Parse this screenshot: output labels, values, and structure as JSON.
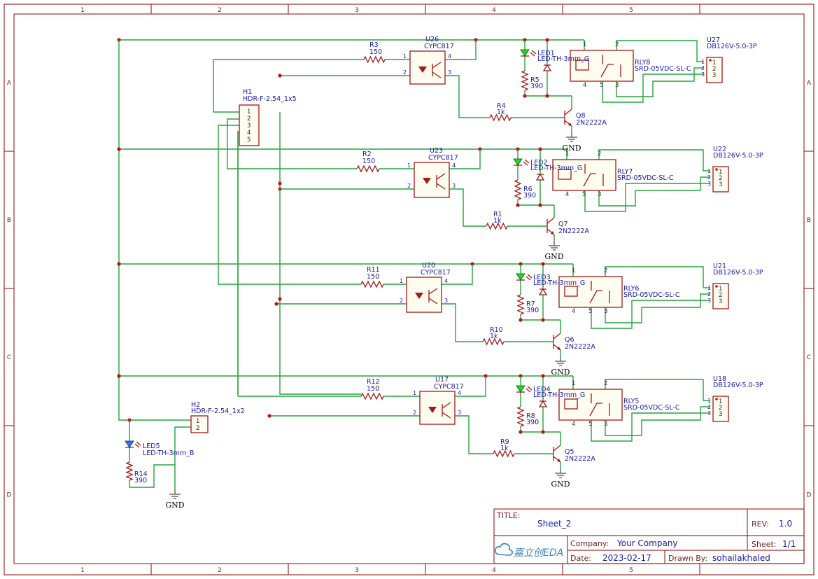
{
  "sheet": {
    "zones_cols": [
      "1",
      "2",
      "3",
      "4",
      "5"
    ],
    "zones_rows": [
      "A",
      "B",
      "C",
      "D"
    ]
  },
  "title_block": {
    "title_label": "TITLE:",
    "title": "Sheet_2",
    "rev_label": "REV:",
    "rev": "1.0",
    "company_label": "Company:",
    "company": "Your Company",
    "sheet_label": "Sheet:",
    "sheet": "1/1",
    "date_label": "Date:",
    "date": "2023-02-17",
    "drawn_label": "Drawn By:",
    "drawn": "sohailakhaled",
    "logo_text": "嘉立创EDA"
  },
  "header": {
    "h1_ref": "H1",
    "h1_val": "HDR-F-2.54_1x5",
    "h1_pins": [
      "1",
      "2",
      "3",
      "4",
      "5"
    ],
    "h2_ref": "H2",
    "h2_val": "HDR-F-2.54_1x2",
    "h2_pins": [
      "1",
      "2"
    ]
  },
  "power_led": {
    "ref": "LED5",
    "val": "LED-TH-3mm_B",
    "r_ref": "R14",
    "r_val": "390"
  },
  "gnd_label": "GND",
  "channels": [
    {
      "r_in": "R3",
      "r_in_val": "150",
      "opto": "U26",
      "opto_val": "CYPC817",
      "led": "LED1",
      "led_val": "LED-TH-3mm_G",
      "r_led": "R5",
      "r_led_val": "390",
      "r_base": "R4",
      "r_base_val": "1k",
      "q": "Q8",
      "q_val": "2N2222A",
      "relay": "RLY8",
      "relay_val": "SRD-05VDC-SL-C",
      "term": "U27",
      "term_val": "DB126V-5.0-3P"
    },
    {
      "r_in": "R2",
      "r_in_val": "150",
      "opto": "U23",
      "opto_val": "CYPC817",
      "led": "LED2",
      "led_val": "LED-TH-3mm_G",
      "r_led": "R6",
      "r_led_val": "390",
      "r_base": "R1",
      "r_base_val": "1k",
      "q": "Q7",
      "q_val": "2N2222A",
      "relay": "RLY7",
      "relay_val": "SRD-05VDC-SL-C",
      "term": "U22",
      "term_val": "DB126V-5.0-3P"
    },
    {
      "r_in": "R11",
      "r_in_val": "150",
      "opto": "U20",
      "opto_val": "CYPC817",
      "led": "LED3",
      "led_val": "LED-TH-3mm_G",
      "r_led": "R7",
      "r_led_val": "390",
      "r_base": "R10",
      "r_base_val": "1k",
      "q": "Q6",
      "q_val": "2N2222A",
      "relay": "RLY6",
      "relay_val": "SRD-05VDC-SL-C",
      "term": "U21",
      "term_val": "DB126V-5.0-3P"
    },
    {
      "r_in": "R12",
      "r_in_val": "150",
      "opto": "U17",
      "opto_val": "CYPC817",
      "led": "LED4",
      "led_val": "LED-TH-3mm_G",
      "r_led": "R8",
      "r_led_val": "390",
      "r_base": "R9",
      "r_base_val": "1k",
      "q": "Q5",
      "q_val": "2N2222A",
      "relay": "RLY5",
      "relay_val": "SRD-05VDC-SL-C",
      "term": "U18",
      "term_val": "DB126V-5.0-3P"
    }
  ],
  "pins": {
    "opto": [
      "1",
      "2",
      "3",
      "4"
    ],
    "relay": [
      "1",
      "2",
      "3",
      "4",
      "5"
    ],
    "term": [
      "1",
      "2",
      "3"
    ]
  }
}
